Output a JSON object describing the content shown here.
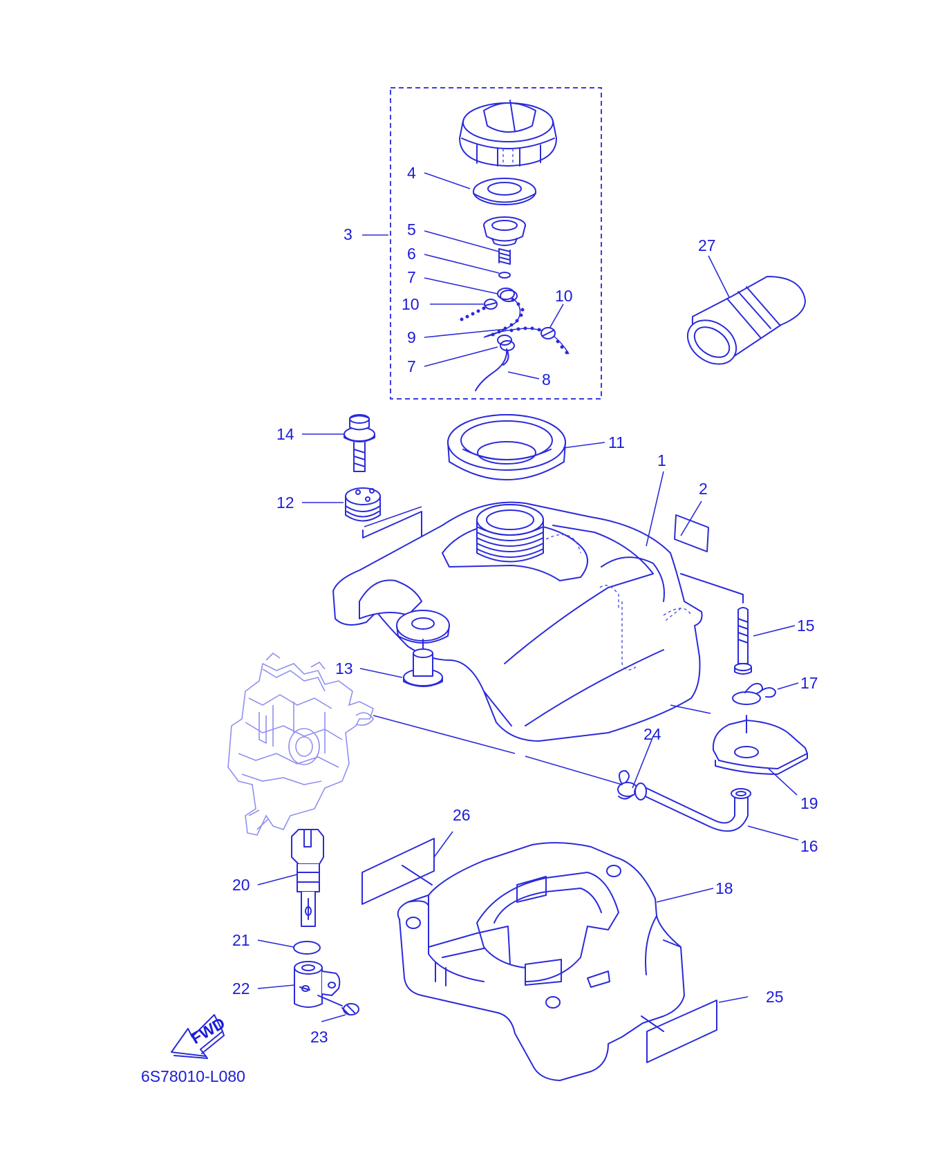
{
  "diagram": {
    "code": "6S78010-L080",
    "fwd_label": "FWD",
    "callouts": [
      {
        "id": "c1",
        "label": "1"
      },
      {
        "id": "c2",
        "label": "2"
      },
      {
        "id": "c3",
        "label": "3"
      },
      {
        "id": "c4",
        "label": "4"
      },
      {
        "id": "c5",
        "label": "5"
      },
      {
        "id": "c6",
        "label": "6"
      },
      {
        "id": "c7a",
        "label": "7"
      },
      {
        "id": "c7b",
        "label": "7"
      },
      {
        "id": "c8",
        "label": "8"
      },
      {
        "id": "c9",
        "label": "9"
      },
      {
        "id": "c10a",
        "label": "10"
      },
      {
        "id": "c10b",
        "label": "10"
      },
      {
        "id": "c11",
        "label": "11"
      },
      {
        "id": "c12",
        "label": "12"
      },
      {
        "id": "c13",
        "label": "13"
      },
      {
        "id": "c14",
        "label": "14"
      },
      {
        "id": "c15",
        "label": "15"
      },
      {
        "id": "c16",
        "label": "16"
      },
      {
        "id": "c17",
        "label": "17"
      },
      {
        "id": "c18",
        "label": "18"
      },
      {
        "id": "c19",
        "label": "19"
      },
      {
        "id": "c20",
        "label": "20"
      },
      {
        "id": "c21",
        "label": "21"
      },
      {
        "id": "c22",
        "label": "22"
      },
      {
        "id": "c23",
        "label": "23"
      },
      {
        "id": "c24",
        "label": "24"
      },
      {
        "id": "c25",
        "label": "25"
      },
      {
        "id": "c26",
        "label": "26"
      },
      {
        "id": "c27",
        "label": "27"
      }
    ],
    "colors": {
      "line": "#2a2adb",
      "text": "#1b1bd9",
      "background": "#ffffff"
    }
  }
}
